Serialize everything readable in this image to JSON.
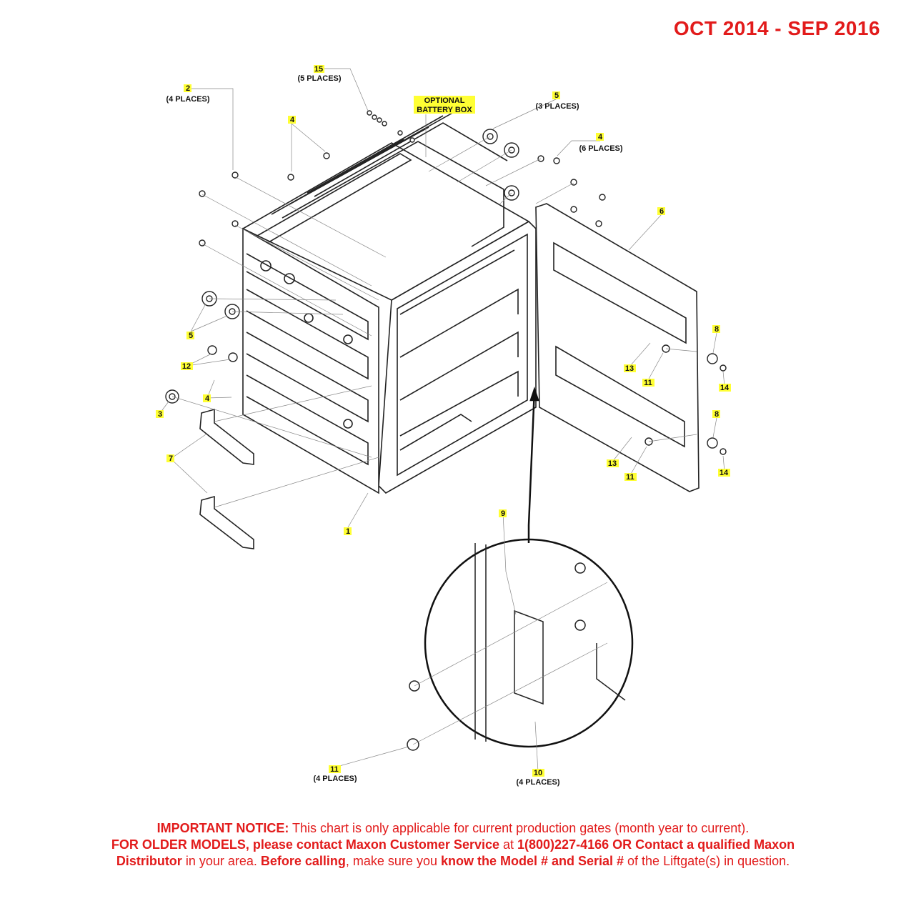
{
  "header": {
    "date_range": "OCT 2014 - SEP 2016"
  },
  "callouts": [
    {
      "id": "c15",
      "num": "15",
      "places": "(5 PLACES)"
    },
    {
      "id": "c2",
      "num": "2",
      "places": "(4 PLACES)"
    },
    {
      "id": "copt",
      "num": "",
      "places": "",
      "label_lines": [
        "OPTIONAL",
        "BATTERY BOX"
      ]
    },
    {
      "id": "c5a",
      "num": "5",
      "places": "(3 PLACES)"
    },
    {
      "id": "c4a",
      "num": "4",
      "places": ""
    },
    {
      "id": "c4b",
      "num": "4",
      "places": "(6 PLACES)"
    },
    {
      "id": "c6",
      "num": "6",
      "places": ""
    },
    {
      "id": "c5b",
      "num": "5",
      "places": ""
    },
    {
      "id": "c12",
      "num": "12",
      "places": ""
    },
    {
      "id": "c4c",
      "num": "4",
      "places": ""
    },
    {
      "id": "c3",
      "num": "3",
      "places": ""
    },
    {
      "id": "c7",
      "num": "7",
      "places": ""
    },
    {
      "id": "c1",
      "num": "1",
      "places": ""
    },
    {
      "id": "c8a",
      "num": "8",
      "places": ""
    },
    {
      "id": "c13a",
      "num": "13",
      "places": ""
    },
    {
      "id": "c11a",
      "num": "11",
      "places": ""
    },
    {
      "id": "c14a",
      "num": "14",
      "places": ""
    },
    {
      "id": "c8b",
      "num": "8",
      "places": ""
    },
    {
      "id": "c13b",
      "num": "13",
      "places": ""
    },
    {
      "id": "c11b",
      "num": "11",
      "places": ""
    },
    {
      "id": "c14b",
      "num": "14",
      "places": ""
    },
    {
      "id": "c9",
      "num": "9",
      "places": ""
    },
    {
      "id": "c11c",
      "num": "11",
      "places": "(4 PLACES)"
    },
    {
      "id": "c10",
      "num": "10",
      "places": "(4 PLACES)"
    }
  ],
  "notice": {
    "line1_bold": "IMPORTANT NOTICE:",
    "line1_text": " This chart is only applicable for current production gates (month year to current).",
    "line2_bold_a": "FOR OLDER MODELS, please contact Maxon Customer Service",
    "line2_text_a": " at ",
    "line2_bold_b": "1(800)227-4166 OR Contact a qualified Maxon",
    "line3_bold_a": "Distributor",
    "line3_text_a": " in your area. ",
    "line3_bold_b": "Before calling",
    "line3_text_b": ", make sure you ",
    "line3_bold_c": "know the Model # and Serial #",
    "line3_text_c": " of the Liftgate(s) in question."
  },
  "colors": {
    "red": "#e21b1b",
    "highlight": "#ffff33",
    "line": "#222222",
    "leader": "#888888"
  }
}
